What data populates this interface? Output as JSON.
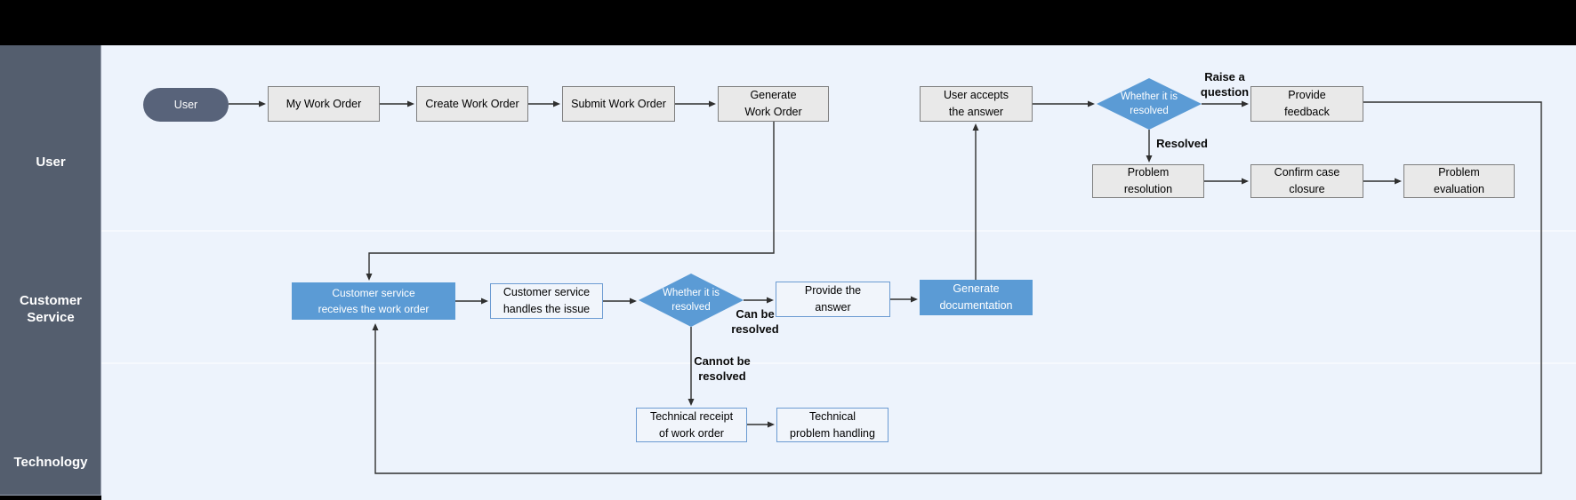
{
  "colors": {
    "accent_blue": "#5B9BD5",
    "sidebar_slate": "#545E6E",
    "canvas_bg": "#EDF3FC",
    "box_gray_fill": "#E9E9E9",
    "box_gray_border": "#7F7F7F",
    "light_box_fill": "#F1F5FB",
    "light_box_border": "#6C9BD2",
    "pill_fill": "#58637A",
    "connector": "#2F2F2F",
    "topbar_black": "#000000"
  },
  "lanes": {
    "user": "User",
    "customer_service": "Customer\nService",
    "technology": "Technology"
  },
  "nodes": {
    "user_start": "User",
    "my_work_order": "My Work Order",
    "create_work_order": "Create Work Order",
    "submit_work_order": "Submit Work Order",
    "generate_work_order": "Generate\nWork Order",
    "user_accepts": "User accepts\nthe answer",
    "user_decision": "Whether it is\nresolved",
    "provide_feedback": "Provide\nfeedback",
    "problem_resolution": "Problem\nresolution",
    "confirm_case_closure": "Confirm case\nclosure",
    "problem_evaluation": "Problem\nevaluation",
    "cs_receives": "Customer service\nreceives the work order",
    "cs_handles": "Customer service\nhandles the issue",
    "cs_decision": "Whether it is\nresolved",
    "provide_answer": "Provide the\nanswer",
    "generate_documentation": "Generate\ndocumentation",
    "tech_receipt": "Technical receipt\nof work order",
    "tech_handling": "Technical\nproblem handling"
  },
  "edge_labels": {
    "raise_question": "Raise a\nquestion",
    "resolved": "Resolved",
    "can_be_resolved": "Can be\nresolved",
    "cannot_be_resolved": "Cannot be\nresolved"
  }
}
